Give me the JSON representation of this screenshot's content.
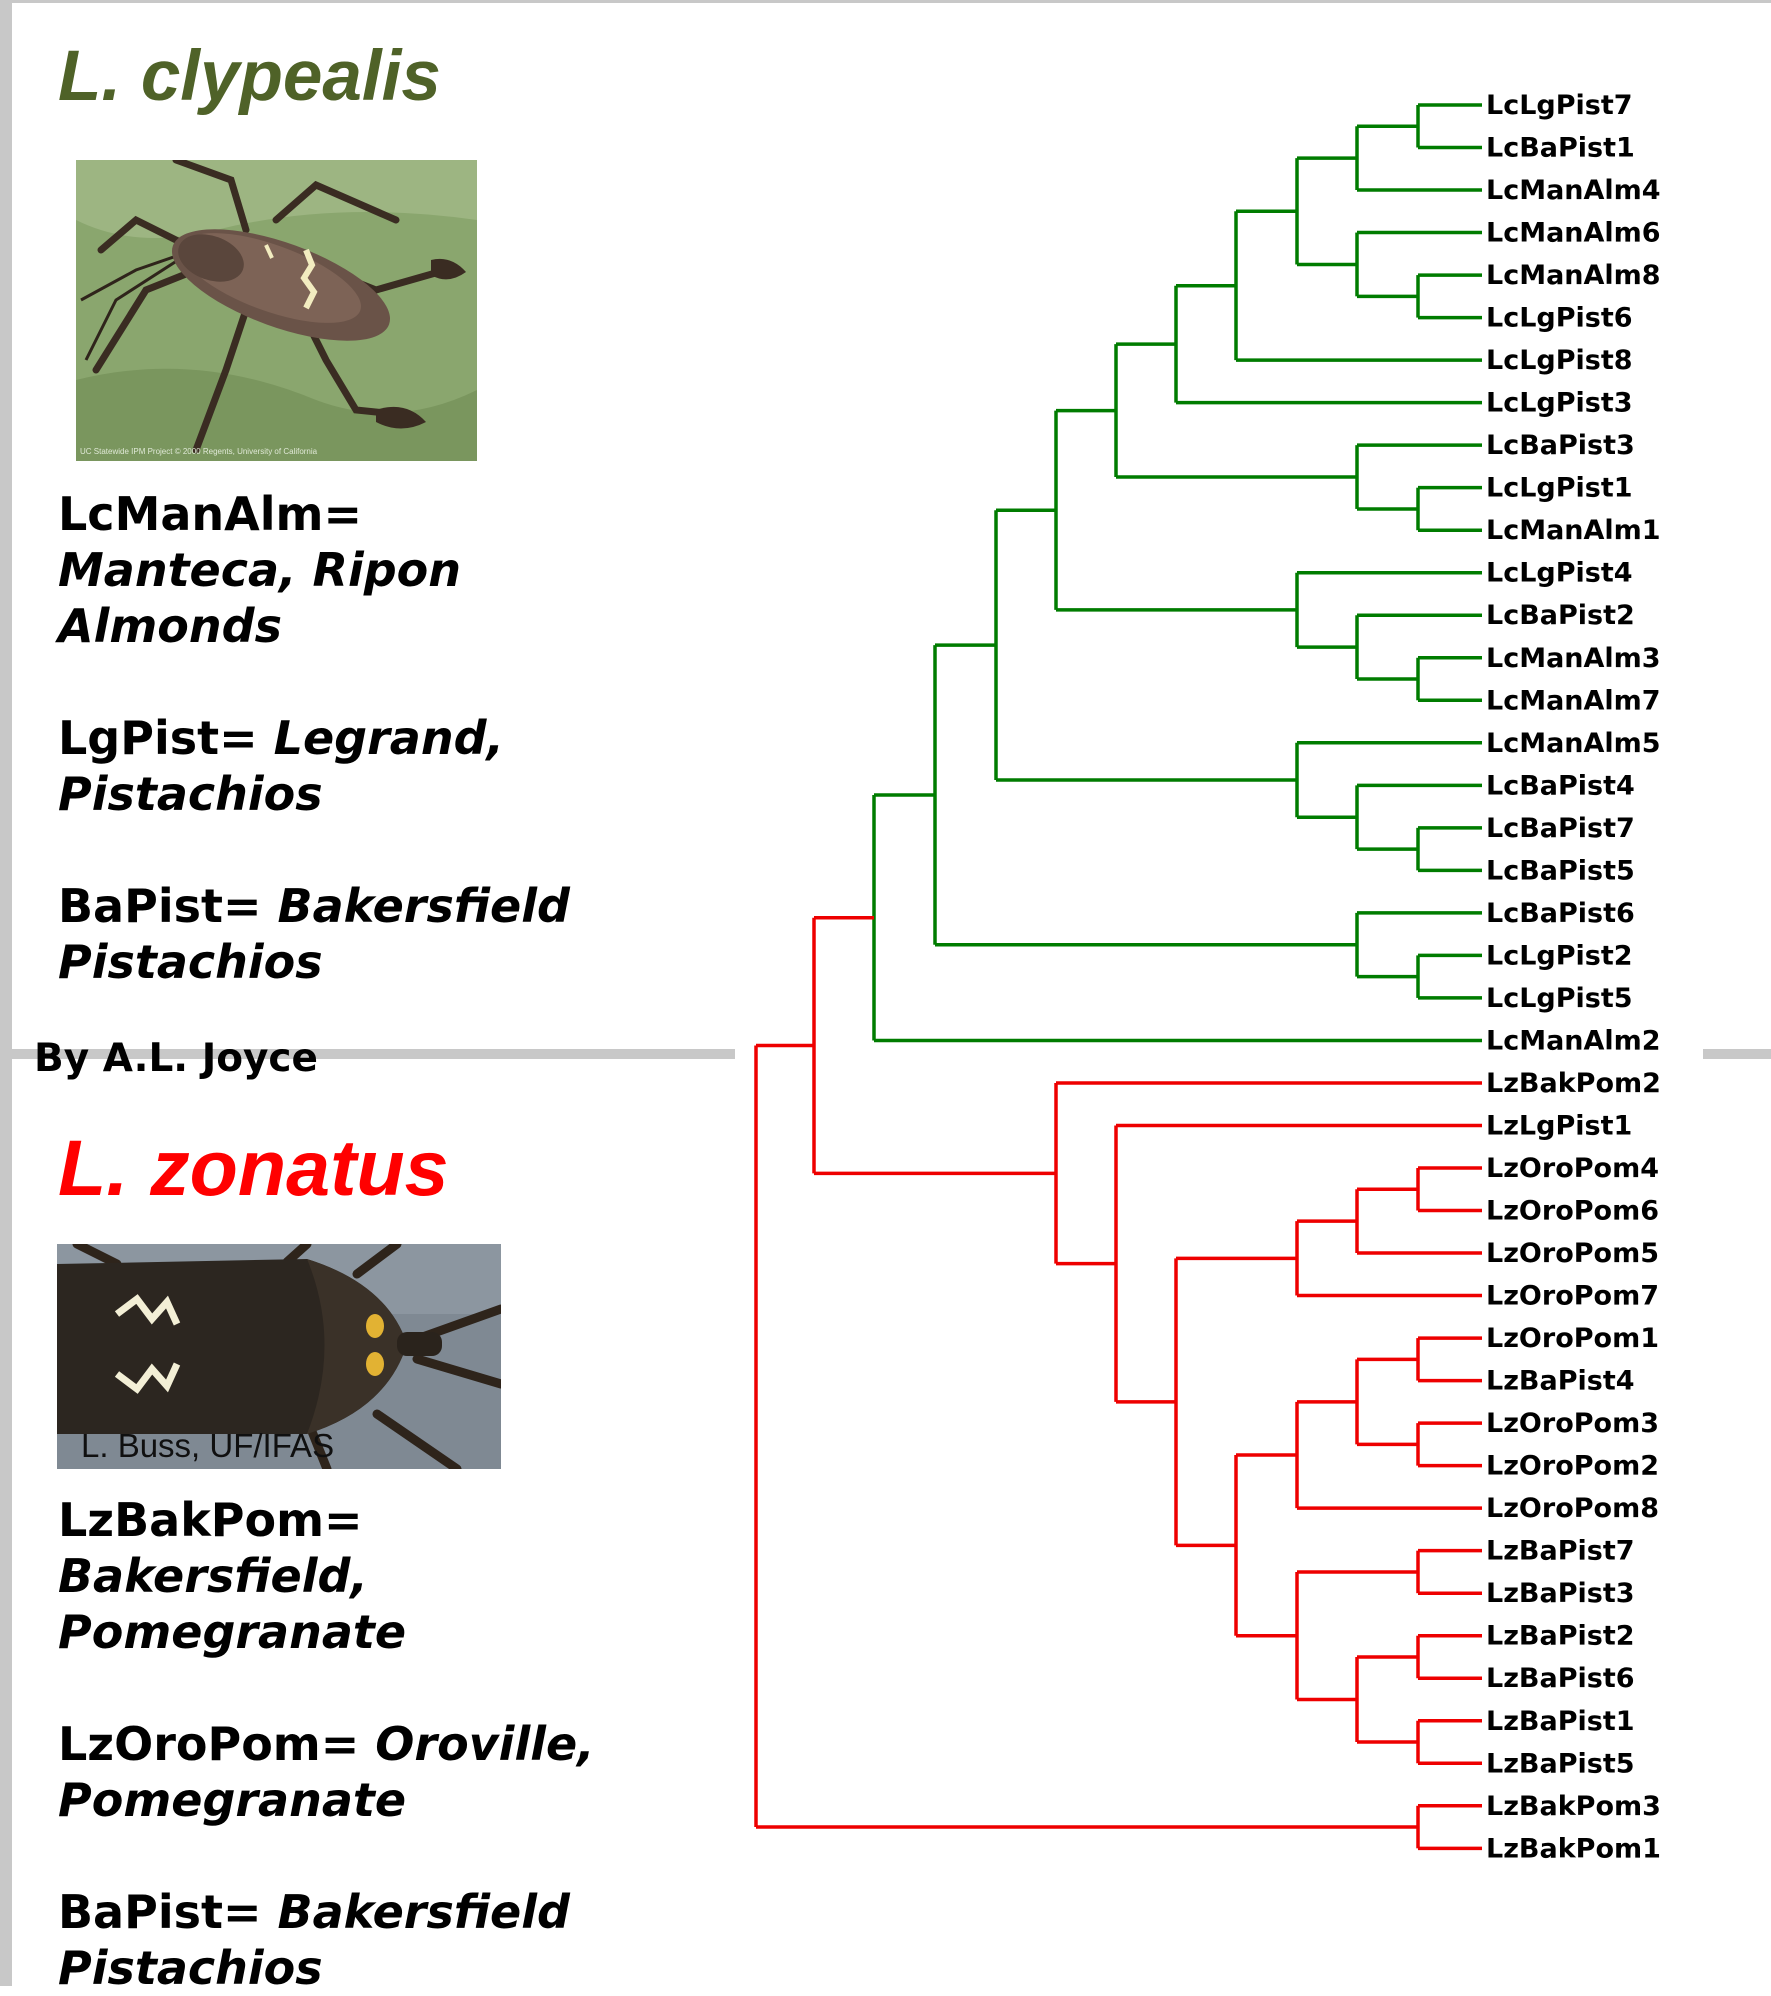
{
  "clypealis": {
    "title": "L. clypealis",
    "photo_credit": "UC Statewide IPM Project © 2000 Regents, University of California",
    "codes": [
      {
        "code": "LcManAlm=",
        "line1": "Manteca, Ripon",
        "line2": "Almonds"
      },
      {
        "code": "LgPist=",
        "line1": "Legrand,",
        "line2": "Pistachios"
      },
      {
        "code": "BaPist=",
        "line1": "Bakersfield",
        "line2": "Pistachios"
      }
    ]
  },
  "byline": "By A.L. Joyce",
  "zonatus": {
    "title": "L. zonatus",
    "photo_credit": "L. Buss, UF/IFAS",
    "codes": [
      {
        "code": "LzBakPom=",
        "line1": "Bakersfield,",
        "line2": "Pomegranate"
      },
      {
        "code": "LzOroPom=",
        "line1": "Oroville,",
        "line2": "Pomegranate"
      },
      {
        "code": "BaPist=",
        "line1": "Bakersfield",
        "line2": "Pistachios"
      }
    ]
  },
  "tree": {
    "colors": {
      "clypealis": "#007c00",
      "zonatus": "#ee0000"
    },
    "leaves": [
      "LcLgPist7",
      "LcBaPist1",
      "LcManAlm4",
      "LcManAlm6",
      "LcManAlm8",
      "LcLgPist6",
      "LcLgPist8",
      "LcLgPist3",
      "LcBaPist3",
      "LcLgPist1",
      "LcManAlm1",
      "LcLgPist4",
      "LcBaPist2",
      "LcManAlm3",
      "LcManAlm7",
      "LcManAlm5",
      "LcBaPist4",
      "LcBaPist7",
      "LcBaPist5",
      "LcBaPist6",
      "LcLgPist2",
      "LcLgPist5",
      "LcManAlm2",
      "LzBakPom2",
      "LzLgPist1",
      "LzOroPom4",
      "LzOroPom6",
      "LzOroPom5",
      "LzOroPom7",
      "LzOroPom1",
      "LzBaPist4",
      "LzOroPom3",
      "LzOroPom2",
      "LzOroPom8",
      "LzBaPist7",
      "LzBaPist3",
      "LzBaPist2",
      "LzBaPist6",
      "LzBaPist1",
      "LzBaPist5",
      "LzBakPom3",
      "LzBakPom1"
    ]
  }
}
